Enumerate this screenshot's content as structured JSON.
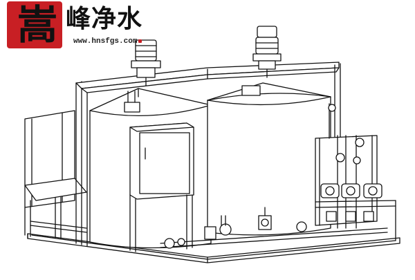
{
  "logo": {
    "seal_char": "嵩",
    "brand_name": "峰净水",
    "url": "www.hnsfgs.com",
    "accent_color": "#c81f24"
  },
  "illustration": {
    "style": "black line drawing on white background",
    "subject": "skid-mounted dosing unit with two vertical tanks, agitator motors, control cabinet, pumps and valves"
  }
}
